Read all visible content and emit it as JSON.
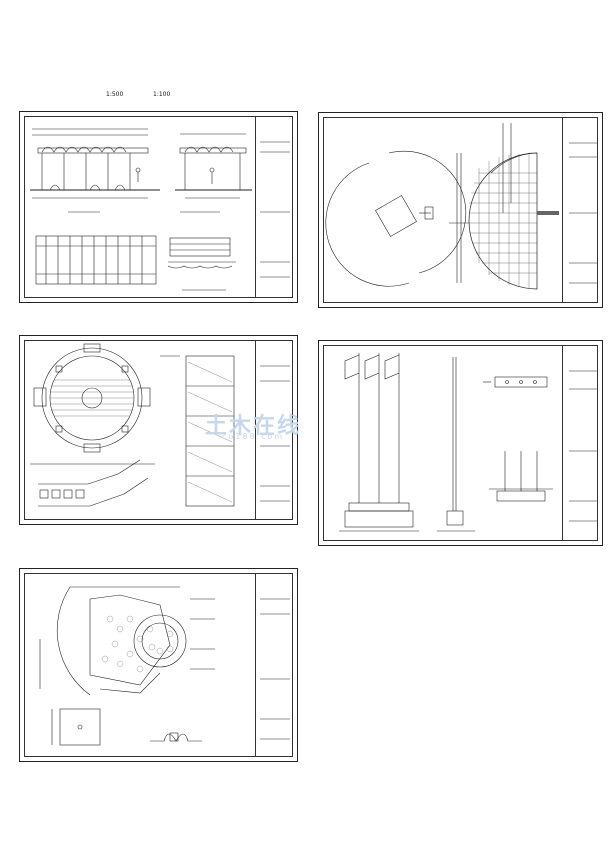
{
  "top_scales": {
    "left": "1:500",
    "right": "1:100"
  },
  "watermark": {
    "main": "土木在线",
    "sub": "co188.com"
  }
}
